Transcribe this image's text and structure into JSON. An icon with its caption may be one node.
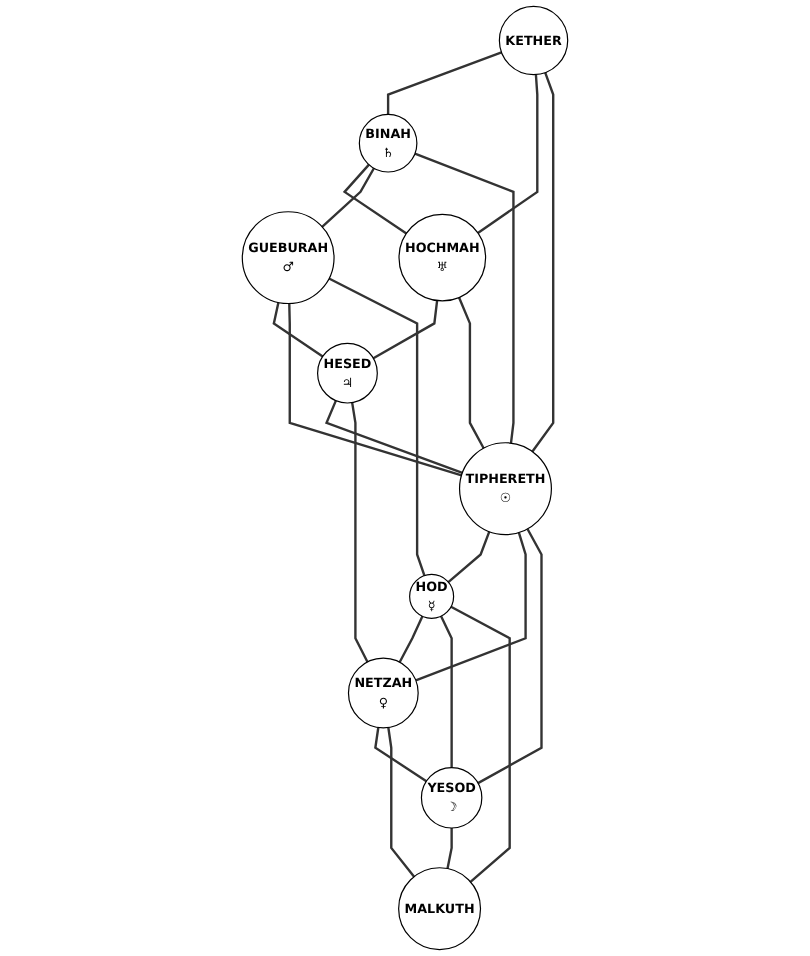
{
  "diagram": {
    "nodes": [
      {
        "text": [
          "KETHER"
        ]
      },
      {
        "text": [
          "BINAH",
          "♄"
        ]
      },
      {
        "text": [
          "HOCHMAH",
          "♅"
        ]
      },
      {
        "text": [
          "GUEBURAH",
          "♂"
        ]
      },
      {
        "text": [
          "HESED",
          "♃"
        ]
      },
      {
        "text": [
          "TIPHERETH",
          "☉"
        ]
      },
      {
        "text": [
          "HOD",
          "☿"
        ]
      },
      {
        "text": [
          "NETZAH",
          "♀"
        ]
      },
      {
        "text": [
          "YESOD",
          "☽"
        ]
      },
      {
        "text": [
          "MALKUTH"
        ]
      }
    ],
    "edges": [
      {
        "from": 0,
        "to": 1,
        "arrow": "none"
      },
      {
        "from": 0,
        "to": 2,
        "arrow": "none"
      },
      {
        "from": 0,
        "to": 5,
        "arrow": "none"
      },
      {
        "from": 1,
        "to": 2,
        "arrow": "none"
      },
      {
        "from": 1,
        "to": 3,
        "arrow": "none"
      },
      {
        "from": 1,
        "to": 5,
        "arrow": "none"
      },
      {
        "from": 2,
        "to": 4,
        "arrow": "none"
      },
      {
        "from": 2,
        "to": 5,
        "arrow": "none"
      },
      {
        "from": 3,
        "to": 4,
        "arrow": "none"
      },
      {
        "from": 3,
        "to": 5,
        "arrow": "none"
      },
      {
        "from": 4,
        "to": 5,
        "arrow": "none"
      },
      {
        "from": 3,
        "to": 6,
        "arrow": "none"
      },
      {
        "from": 4,
        "to": 7,
        "arrow": "none"
      },
      {
        "from": 5,
        "to": 6,
        "arrow": "none"
      },
      {
        "from": 5,
        "to": 7,
        "arrow": "none"
      },
      {
        "from": 5,
        "to": 8,
        "arrow": "none"
      },
      {
        "from": 6,
        "to": 7,
        "arrow": "none"
      },
      {
        "from": 6,
        "to": 8,
        "arrow": "none"
      },
      {
        "from": 7,
        "to": 8,
        "arrow": "none"
      },
      {
        "from": 6,
        "to": 9,
        "arrow": "none"
      },
      {
        "from": 7,
        "to": 9,
        "arrow": "none"
      },
      {
        "from": 8,
        "to": 9,
        "arrow": "none"
      }
    ]
  }
}
